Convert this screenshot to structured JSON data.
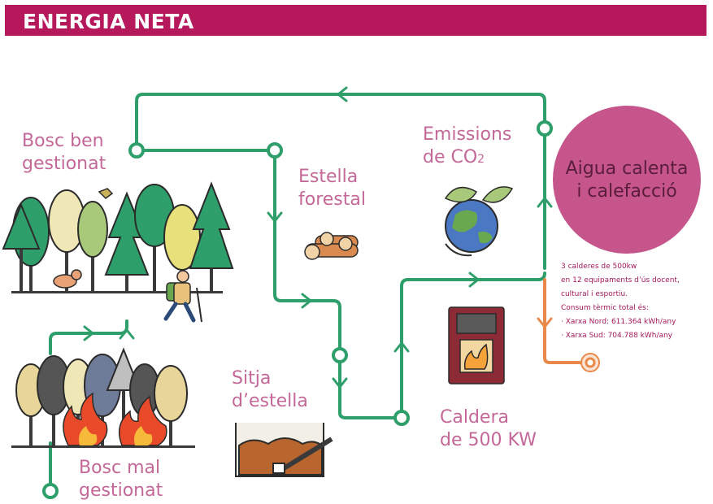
{
  "header": {
    "title": "ENERGIA NETA"
  },
  "labels": {
    "bosc_ben": [
      "Bosc ben",
      "gestionat"
    ],
    "estella": [
      "Estella",
      "forestal"
    ],
    "emissions_l1": "Emissions",
    "emissions_l2a": "de CO",
    "emissions_sub": "2",
    "sitja": [
      "Sitja",
      "d’estella"
    ],
    "caldera": [
      "Caldera",
      "de 500 KW"
    ],
    "bosc_mal": [
      "Bosc mal",
      "gestionat"
    ]
  },
  "circle": {
    "lines": [
      "Aigua calenta",
      "i calefacció"
    ]
  },
  "info": {
    "lines": [
      "3 calderes de 500kw",
      "en 12 equipaments d’ús docent,",
      "cultural i esportiu.",
      "Consum tèrmic total és:",
      "· Xarxa Nord: 611.364 kWh/any",
      "· Xarxa Sud: 704.788 kWh/any"
    ]
  },
  "colors": {
    "header": "#b5195c",
    "flow_line": "#2e9e6a",
    "output_line": "#e8894a",
    "label_text": "#c46898",
    "circle": "#c6558c"
  }
}
